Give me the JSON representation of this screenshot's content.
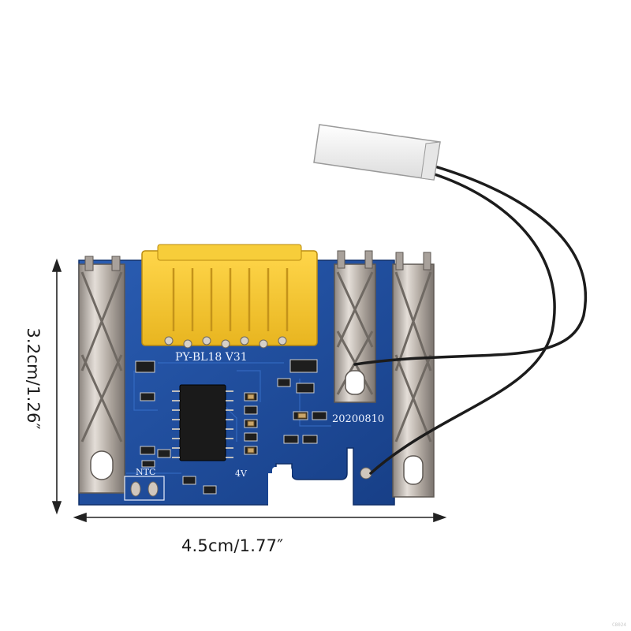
{
  "dimensions": {
    "width_label": "4.5cm/1.77″",
    "height_label": "3.2cm/1.26″"
  },
  "board": {
    "model_marking": "PY-BL18 V31",
    "date_code": "20200810",
    "ntc_label": "NTC",
    "voltage_label": "4V"
  },
  "watermark": "C8024",
  "colors": {
    "pcb": "#1f4fa0",
    "connector": "#f4c430",
    "contacts": "#b8b0a8",
    "plug": "#f4f4f4",
    "wire": "#1c1c1c"
  }
}
